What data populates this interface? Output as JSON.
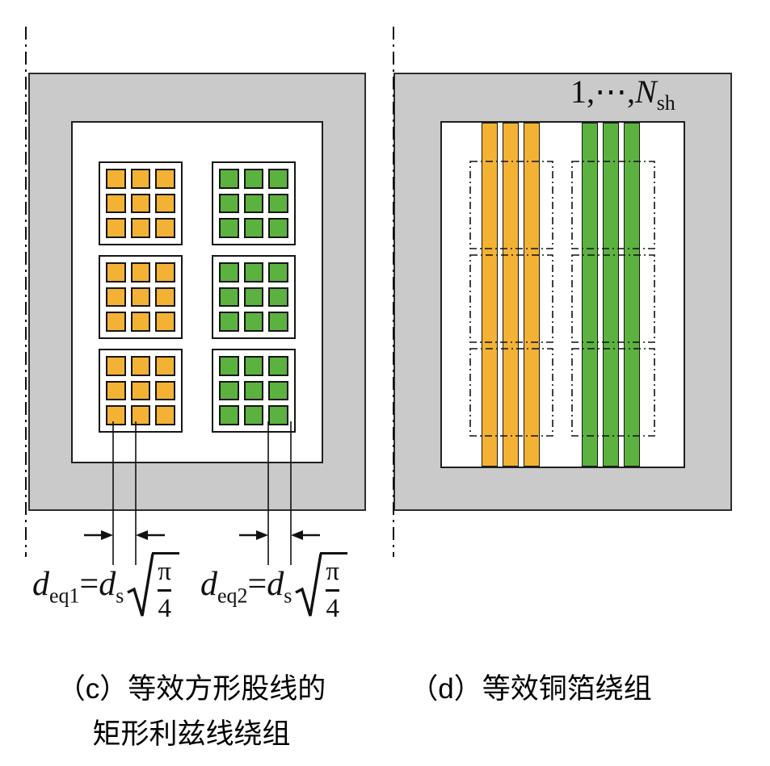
{
  "colors": {
    "orange": "#F3B233",
    "green": "#5CB23E",
    "gray": "#CACACA",
    "line": "#111111"
  },
  "panel_c": {
    "rows": 3,
    "cols": 2,
    "strand_rows": 3,
    "strand_cols": 3,
    "column_colors": [
      "orange",
      "green"
    ],
    "caption_line1": "（c）等效方形股线的",
    "caption_line2": "矩形利兹线绕组",
    "formula1": {
      "lead_var": "d",
      "lead_sub": "eq1",
      "equals": "=",
      "rhs_var": "d",
      "rhs_sub": "s",
      "frac_num": "π",
      "frac_den": "4"
    },
    "formula2": {
      "lead_var": "d",
      "lead_sub": "eq2",
      "equals": "=",
      "rhs_var": "d",
      "rhs_sub": "s",
      "frac_num": "π",
      "frac_den": "4"
    }
  },
  "panel_d": {
    "foil_groups": 2,
    "foils_per_group": 3,
    "group_colors": [
      "orange",
      "green"
    ],
    "label": {
      "prefix": "1,⋯,",
      "var": "N",
      "sub": "sh"
    },
    "caption": "（d）等效铜箔绕组"
  }
}
